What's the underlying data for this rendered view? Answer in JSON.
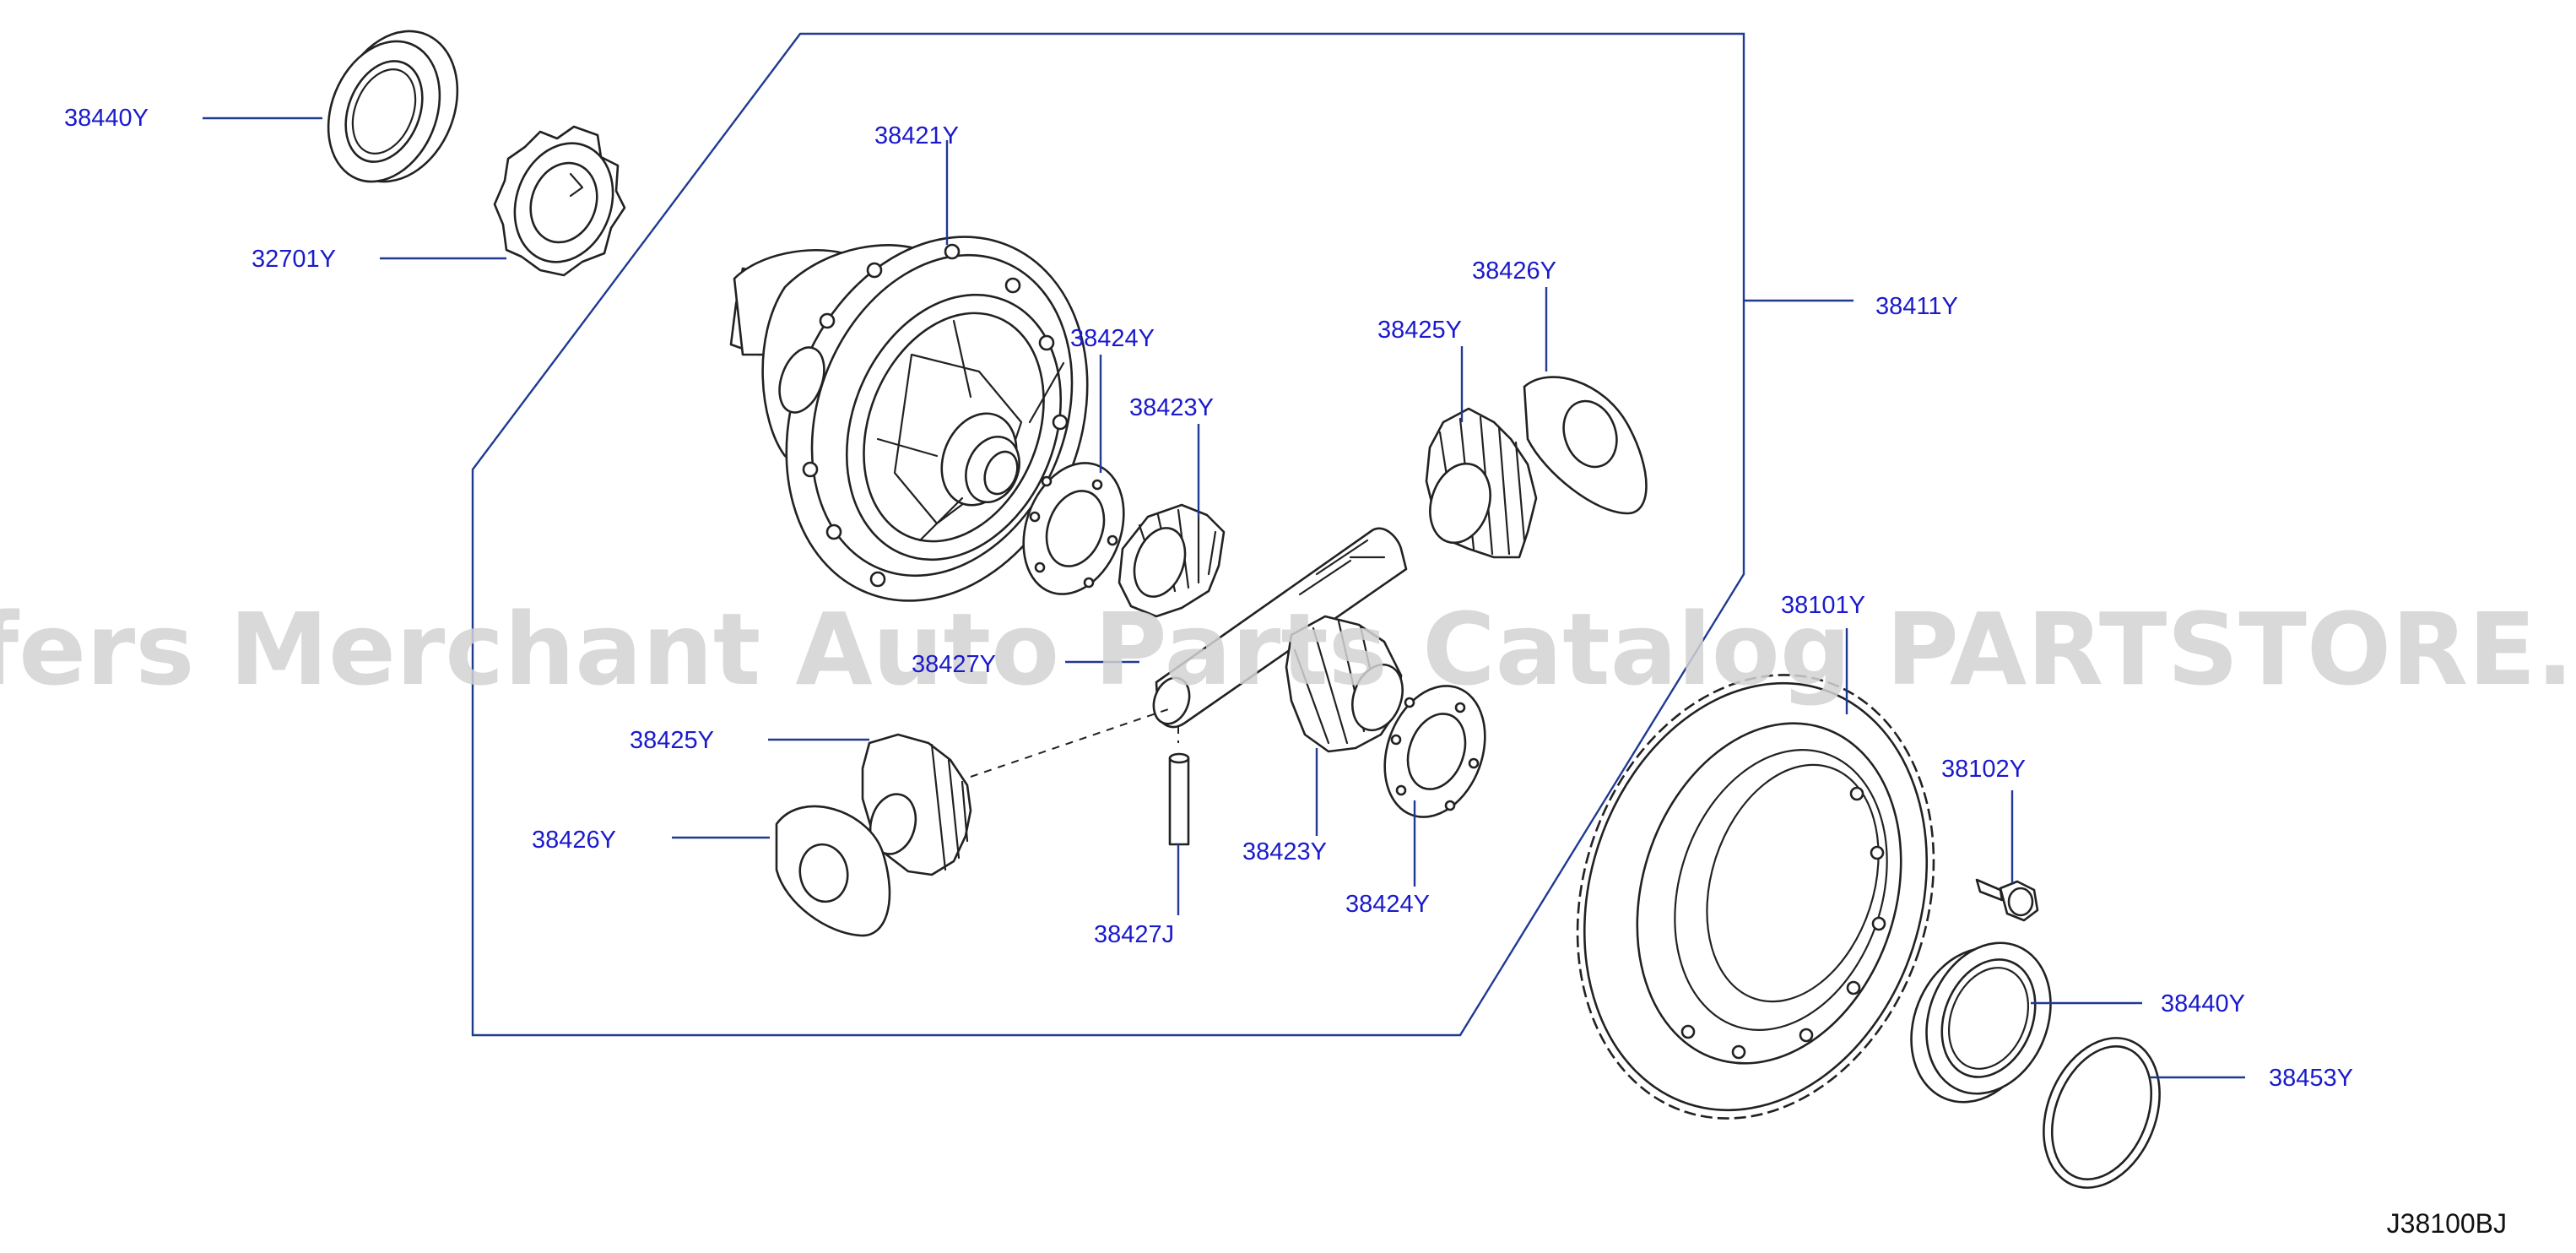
{
  "diagram": {
    "code": "J38100BJ",
    "watermark": "Offers Merchant Auto Parts Catalog PARTSTORE.SA",
    "labels": {
      "p38440_top": "38440Y",
      "p32701": "32701Y",
      "p38421": "38421Y",
      "p38424_top": "38424Y",
      "p38423_top": "38423Y",
      "p38425_top": "38425Y",
      "p38426_top": "38426Y",
      "p38411": "38411Y",
      "p38427_shaft": "38427Y",
      "p38425_bottom": "38425Y",
      "p38426_bottom": "38426Y",
      "p38423_bottom": "38423Y",
      "p38424_bottom": "38424Y",
      "p38427_pin": "38427J",
      "p38101": "38101Y",
      "p38102": "38102Y",
      "p38440_bottom": "38440Y",
      "p38453": "38453Y"
    }
  },
  "colors": {
    "label": "#1a1acc",
    "leader": "#1f3a93",
    "drawing": "#222222",
    "watermark": "#d2d2d2"
  }
}
